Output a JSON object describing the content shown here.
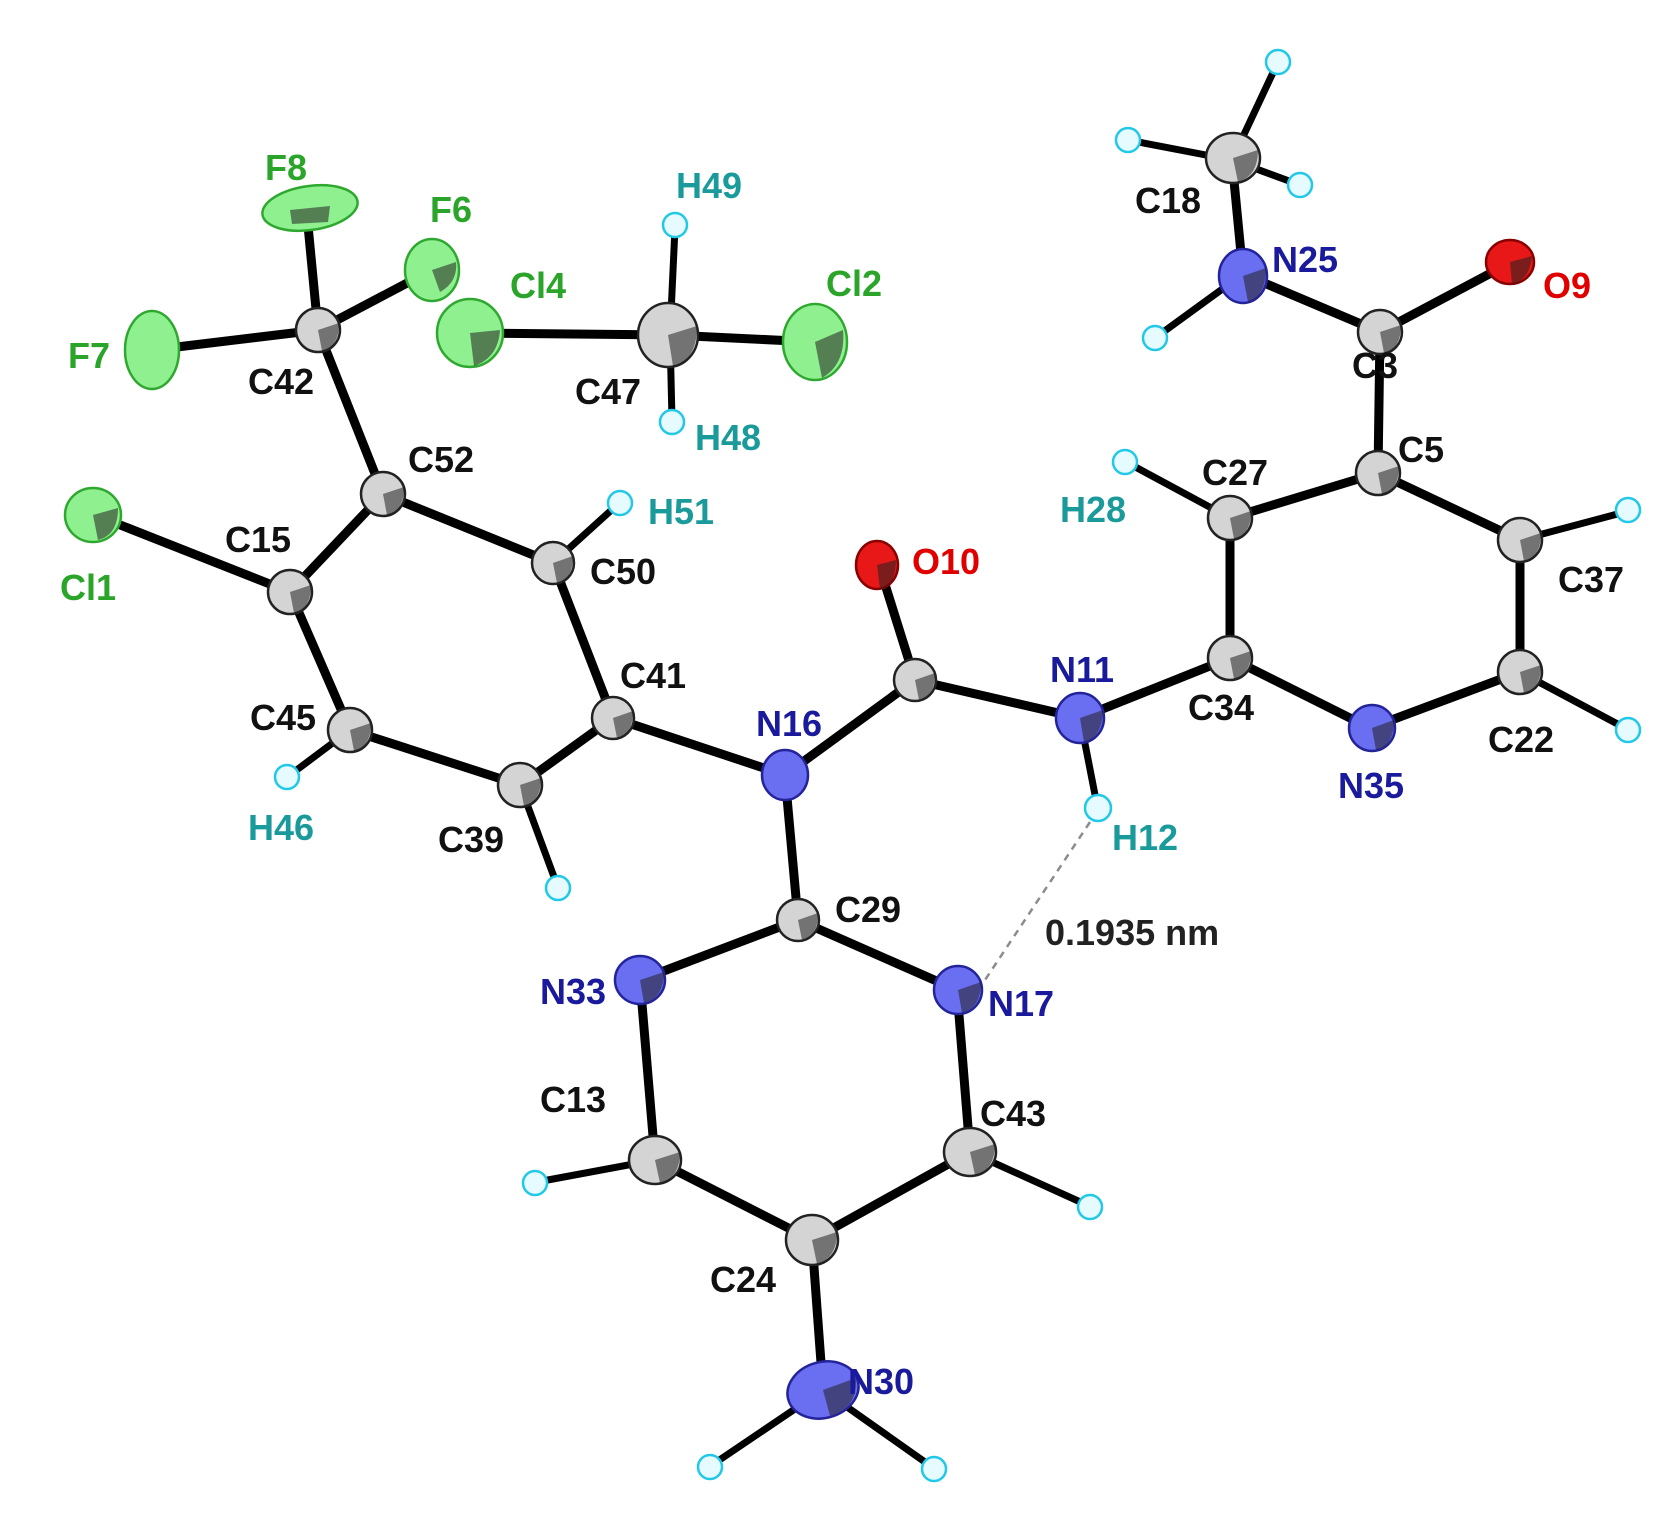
{
  "labels": {
    "F8": "F8",
    "F6": "F6",
    "F7": "F7",
    "C42": "C42",
    "H49": "H49",
    "Cl4": "Cl4",
    "Cl2": "Cl2",
    "C47": "C47",
    "H48": "H48",
    "C18": "C18",
    "N25": "N25",
    "O9": "O9",
    "C3": "C3",
    "C5": "C5",
    "C52": "C52",
    "C15": "C15",
    "Cl1": "Cl1",
    "H51": "H51",
    "C50": "C50",
    "O10": "O10",
    "C27": "C27",
    "H28": "H28",
    "C37": "C37",
    "C41": "C41",
    "C45": "C45",
    "N16": "N16",
    "N11": "N11",
    "C34": "C34",
    "C22": "C22",
    "N35": "N35",
    "H46": "H46",
    "C39": "C39",
    "H12": "H12",
    "C29": "C29",
    "N33": "N33",
    "N17": "N17",
    "C13": "C13",
    "C43": "C43",
    "C24": "C24",
    "N30": "N30"
  },
  "distance_label": "0.1935 nm",
  "element_colors": {
    "C": "#d4d4d4",
    "N": "#6a6ef0",
    "O": "#e81818",
    "Cl": "#8ff08f",
    "F": "#8ff08f",
    "H": "#21c8e8"
  }
}
